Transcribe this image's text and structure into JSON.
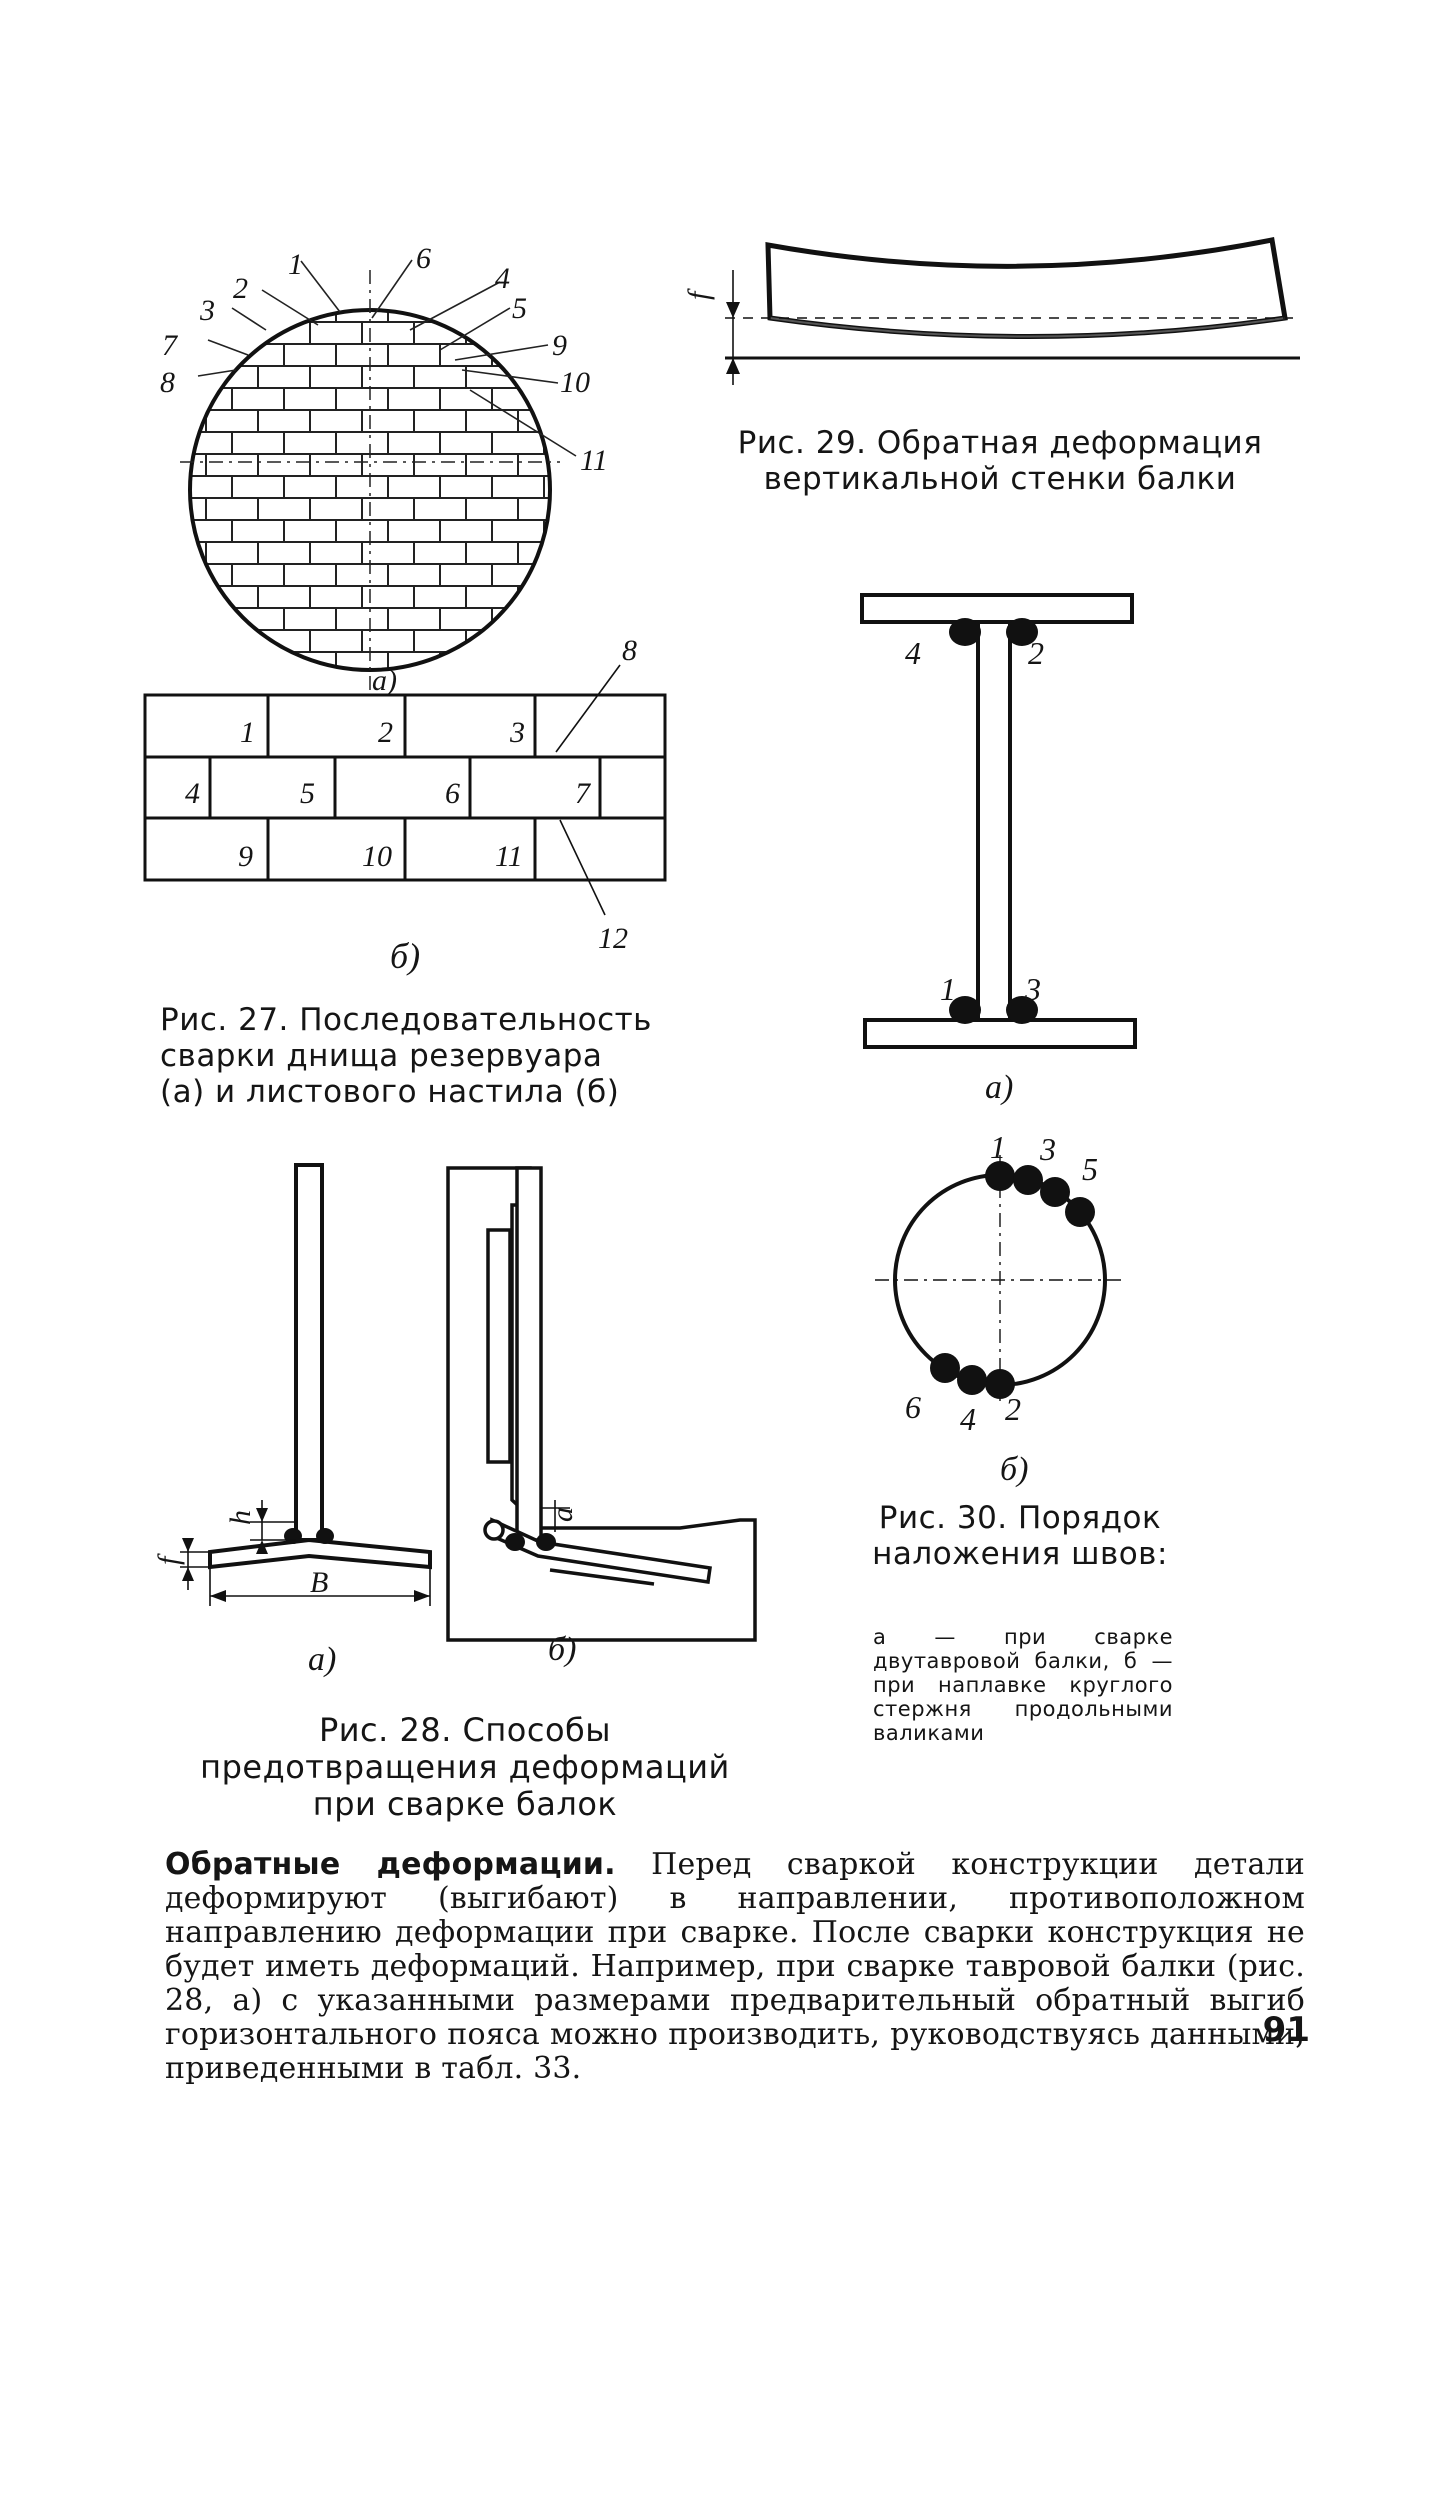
{
  "figures": {
    "fig27": {
      "caption": [
        "Рис. 27. Последовательность",
        "сварки днища резервуара",
        "(а) и листового настила (б)"
      ],
      "circle_labels": [
        "1",
        "2",
        "3",
        "4",
        "5",
        "6",
        "7",
        "8",
        "9",
        "10",
        "11"
      ],
      "circle_subfig": "а)",
      "grid_cells": [
        "1",
        "2",
        "3",
        "4",
        "5",
        "6",
        "7",
        "9",
        "10",
        "11"
      ],
      "grid_callouts": [
        "8",
        "12"
      ],
      "grid_subfig": "б)"
    },
    "fig28": {
      "caption": "Рис. 28. Способы предотвращения деформаций при сварке балок",
      "dim_f": "f",
      "dim_h": "h",
      "dim_B": "В",
      "dim_a": "а",
      "sub_a": "а)",
      "sub_b": "б)"
    },
    "fig29": {
      "caption": "Рис. 29. Обратная деформация вертикальной стенки балки",
      "dim_f": "f"
    },
    "fig30": {
      "caption": "Рис. 30. Порядок наложения швов:",
      "note": "а — при сварке двутавровой балки, б — при наплавке круглого стержня продольными валиками",
      "beam_labels": [
        "4",
        "2",
        "1",
        "3"
      ],
      "beam_subfig": "а)",
      "rod_labels": [
        "1",
        "3",
        "5",
        "6",
        "4",
        "2"
      ],
      "rod_subfig": "б)"
    }
  },
  "body": {
    "lead": "Обратные деформации.",
    "text": "Перед сваркой конструкции детали деформируют (выгибают) в направлении, противоположном направлению деформации при сварке. После сварки конструкция не будет иметь деформаций. Например, при сварке тавровой балки (рис. 28, а) с указанными размерами предварительный обратный выгиб горизонтального пояса можно производить, руководствуясь данными, приведенными в табл. 33."
  },
  "page_number": "91"
}
